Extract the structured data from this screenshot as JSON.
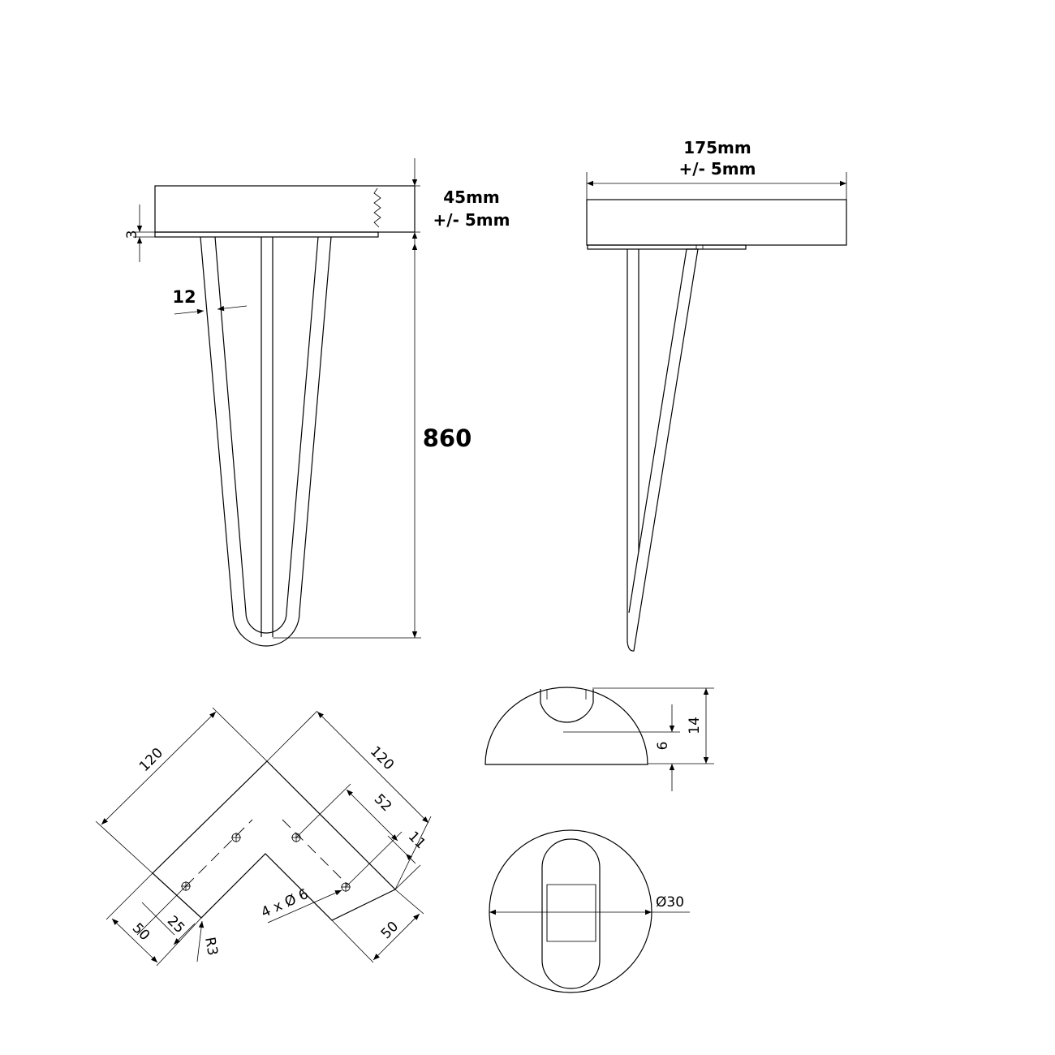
{
  "front_view": {
    "plate_thickness": "3",
    "height_line1": "45mm",
    "height_line2": "+/- 5mm",
    "rod_diameter": "12",
    "leg_height": "860"
  },
  "side_view": {
    "width_line1": "175mm",
    "width_line2": "+/- 5mm"
  },
  "plate_view": {
    "leg_a": "120",
    "leg_b": "120",
    "hole_spacing": "52",
    "edge_offset": "11",
    "hole_spec": "4 x Ø 6",
    "width_left": "50",
    "width_right": "50",
    "inner_offset": "25",
    "corner_radius": "R3"
  },
  "foot_section": {
    "total_height": "14",
    "inner_height": "6"
  },
  "foot_view": {
    "diameter": "Ø30"
  }
}
